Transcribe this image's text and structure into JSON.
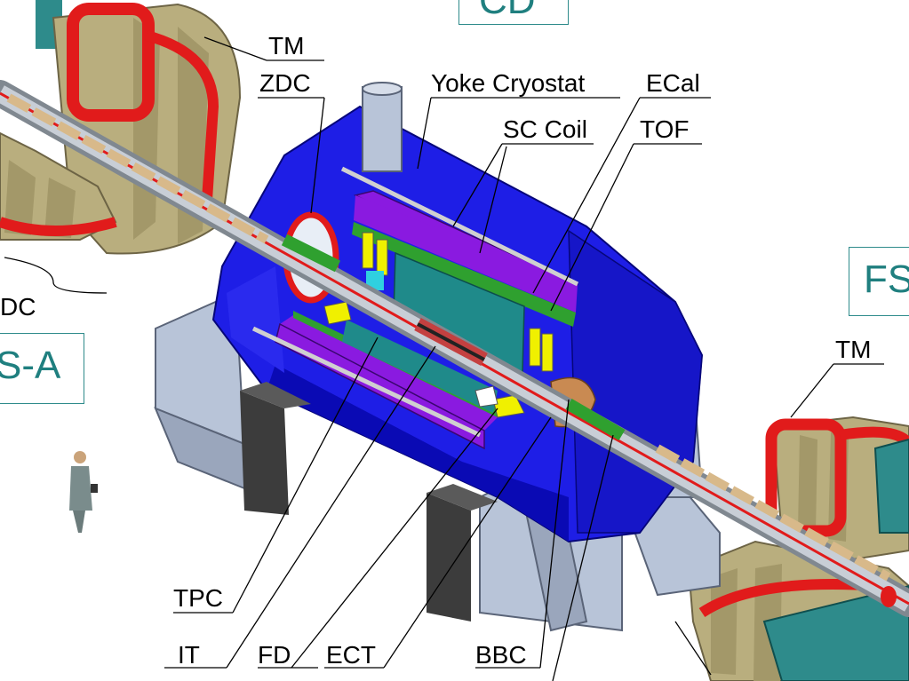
{
  "labels": {
    "tm_top": "TM",
    "zdc_top": "ZDC",
    "yoke_cryostat": "Yoke Cryostat",
    "ecal": "ECal",
    "sc_coil": "SC Coil",
    "tof": "TOF",
    "dc_left": "DC",
    "tm_right": "TM",
    "tpc": "TPC",
    "it": "IT",
    "fd": "FD",
    "ect": "ECT",
    "bbc": "BBC"
  },
  "boxed_labels": {
    "top": "CD",
    "left": "S-A",
    "right": "FS"
  },
  "colors": {
    "yoke": "#1e1ee6",
    "yoke_dark": "#0a0ab4",
    "purple": "#8a1ae0",
    "green": "#2fa02f",
    "teal": "#1f8a8a",
    "yellow": "#f0f000",
    "magnet_red": "#e11b1b",
    "magnet_khaki": "#b9ae7e",
    "support_grey": "#b8c4d8",
    "leg_dark": "#3c3c3c",
    "label_teal": "#1f7f7f"
  }
}
